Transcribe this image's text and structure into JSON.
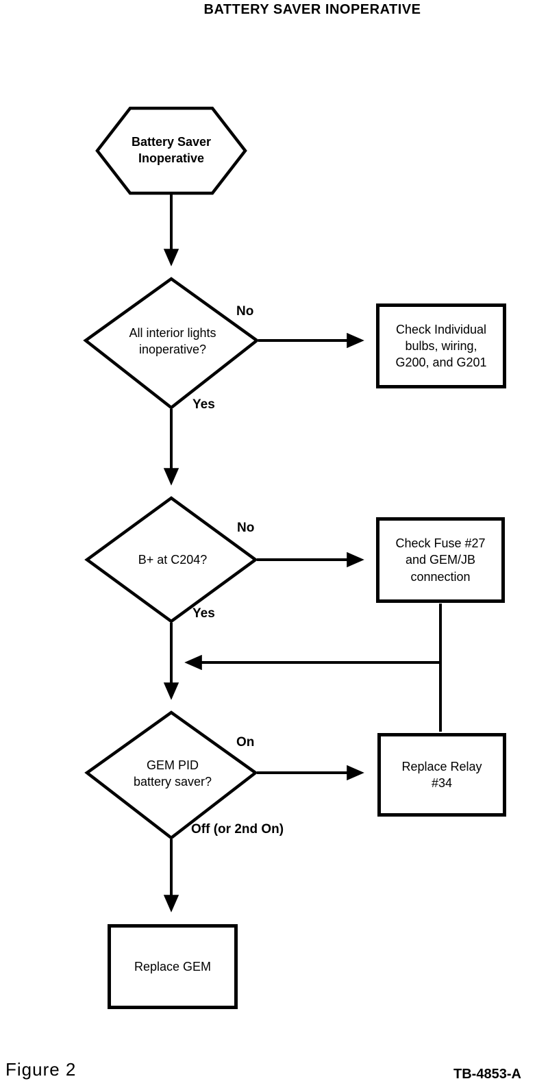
{
  "title": "BATTERY SAVER INOPERATIVE",
  "figure_label": "Figure 2",
  "doc_number": "TB-4853-A",
  "colors": {
    "ink": "#000000",
    "paper": "#ffffff"
  },
  "flowchart": {
    "nodes": {
      "start": "Battery Saver\nInoperative",
      "decision1": "All interior lights\ninoperative?",
      "decision2": "B+ at C204?",
      "decision3": "GEM PID\nbattery saver?",
      "action1": "Check Individual\nbulbs, wiring,\nG200, and G201",
      "action2": "Check Fuse #27\nand GEM/JB\nconnection",
      "action3": "Replace Relay\n#34",
      "action4": "Replace GEM"
    },
    "edges": {
      "d1_no": "No",
      "d1_yes": "Yes",
      "d2_no": "No",
      "d2_yes": "Yes",
      "d3_on": "On",
      "d3_off": "Off (or 2nd On)"
    }
  }
}
